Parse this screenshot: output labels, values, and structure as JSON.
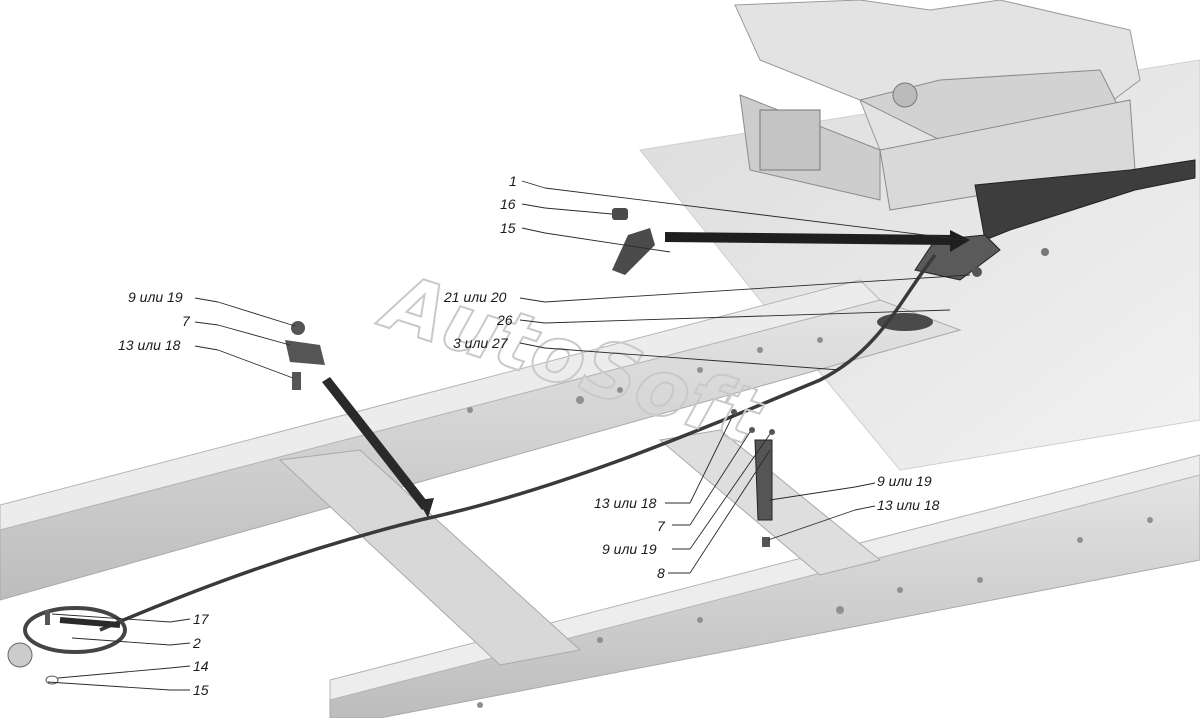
{
  "watermark": "AutoSoft",
  "colors": {
    "frame": "#cfcfcf",
    "frame_dark": "#b4b4b4",
    "part": "#3a3a3a",
    "label": "#1a1a1a"
  },
  "callouts": [
    {
      "text": "1"
    },
    {
      "text": "16"
    },
    {
      "text": "15"
    },
    {
      "text": "9 или 19"
    },
    {
      "text": "7"
    },
    {
      "text": "13 или 18"
    },
    {
      "text": "21 или 20"
    },
    {
      "text": "26"
    },
    {
      "text": "3 или 27"
    },
    {
      "text": "13 или 18"
    },
    {
      "text": "7"
    },
    {
      "text": "9 или 19"
    },
    {
      "text": "8"
    },
    {
      "text": "9 или 19"
    },
    {
      "text": "13 или 18"
    },
    {
      "text": "17"
    },
    {
      "text": "2"
    },
    {
      "text": "14"
    },
    {
      "text": "15"
    }
  ]
}
